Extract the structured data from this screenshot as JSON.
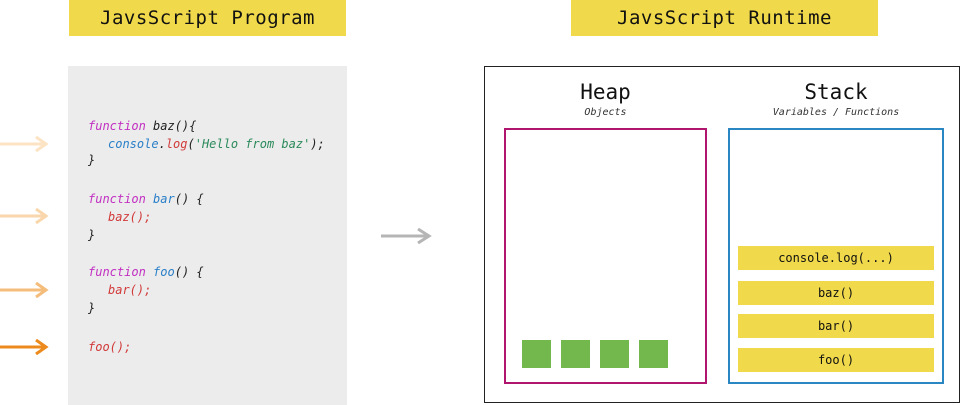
{
  "program": {
    "title": "JavsScript Program",
    "code": {
      "baz_kw": "function",
      "baz_sig": " baz(){",
      "baz_body_obj": "console",
      "baz_body_dot": ".",
      "baz_body_fn": "log",
      "baz_body_open": "(",
      "baz_body_str": "'Hello from baz'",
      "baz_body_close": ");",
      "baz_end": "}",
      "bar_kw": "function",
      "bar_name": "bar",
      "bar_sig": "() {",
      "bar_body": "baz();",
      "bar_end": "}",
      "foo_kw": "function",
      "foo_name": "foo",
      "foo_sig": "() {",
      "foo_body": "bar();",
      "foo_end": "}",
      "call": "foo();"
    }
  },
  "runtime": {
    "title": "JavsScript Runtime",
    "heap": {
      "title": "Heap",
      "subtitle": "Objects"
    },
    "stack": {
      "title": "Stack",
      "subtitle": "Variables / Functions",
      "frames": [
        "console.log(...)",
        "baz()",
        "bar()",
        "foo()"
      ]
    }
  },
  "colors": {
    "banner": "#f0d94a",
    "heap_border": "#b0166e",
    "stack_border": "#2b86c4",
    "heap_object": "#72b84c",
    "keyword": "#c230c2",
    "arrow_light": "#fbe3c4",
    "arrow_mid": "#f6c68e",
    "arrow_strong": "#f1a84f",
    "arrow_active": "#ec8a1d",
    "flow_arrow": "#b5b5b5"
  },
  "icons": {
    "execution_arrows": "arrow-right-icon",
    "flow_arrow": "arrow-right-icon"
  }
}
